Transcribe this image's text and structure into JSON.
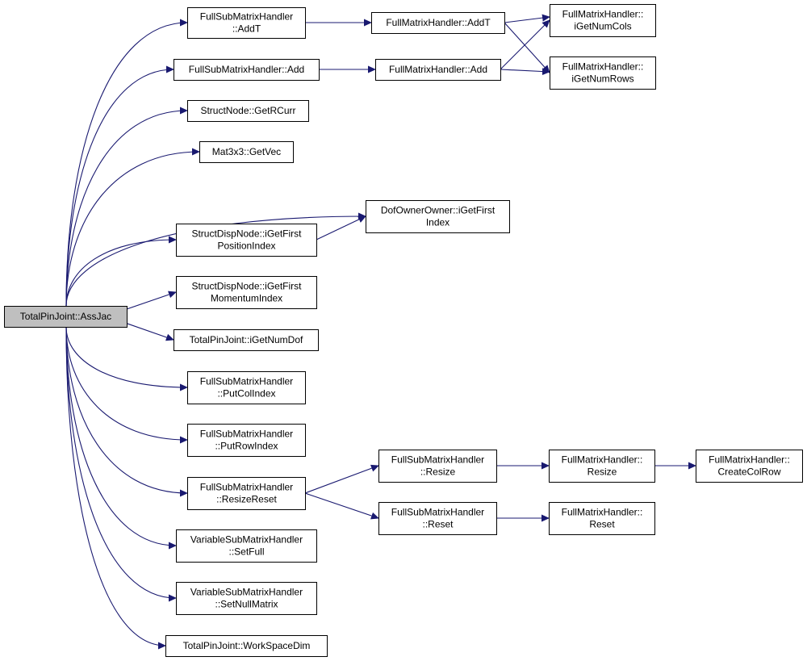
{
  "colors": {
    "edge": "#191970",
    "node_fill": "#ffffff",
    "root_fill": "#bfbfbf",
    "node_border": "#000000"
  },
  "nodes": [
    {
      "id": "root",
      "lines": [
        "TotalPinJoint::AssJac"
      ],
      "root": true
    },
    {
      "id": "fsmh-addt",
      "lines": [
        "FullSubMatrixHandler",
        "::AddT"
      ]
    },
    {
      "id": "fsmh-add",
      "lines": [
        "FullSubMatrixHandler::Add"
      ]
    },
    {
      "id": "sn-getrcurr",
      "lines": [
        "StructNode::GetRCurr"
      ]
    },
    {
      "id": "mat3x3-getvec",
      "lines": [
        "Mat3x3::GetVec"
      ]
    },
    {
      "id": "doo-igetfirstindex",
      "lines": [
        "DofOwnerOwner::iGetFirst",
        "Index"
      ]
    },
    {
      "id": "sdn-igetfirstposindex",
      "lines": [
        "StructDispNode::iGetFirst",
        "PositionIndex"
      ]
    },
    {
      "id": "sdn-igetfirstmomindex",
      "lines": [
        "StructDispNode::iGetFirst",
        "MomentumIndex"
      ]
    },
    {
      "id": "tpj-igetnumdof",
      "lines": [
        "TotalPinJoint::iGetNumDof"
      ]
    },
    {
      "id": "fsmh-putcolindex",
      "lines": [
        "FullSubMatrixHandler",
        "::PutColIndex"
      ]
    },
    {
      "id": "fsmh-putrowindex",
      "lines": [
        "FullSubMatrixHandler",
        "::PutRowIndex"
      ]
    },
    {
      "id": "fsmh-resizereset",
      "lines": [
        "FullSubMatrixHandler",
        "::ResizeReset"
      ]
    },
    {
      "id": "vsmh-setfull",
      "lines": [
        "VariableSubMatrixHandler",
        "::SetFull"
      ]
    },
    {
      "id": "vsmh-setnullmatrix",
      "lines": [
        "VariableSubMatrixHandler",
        "::SetNullMatrix"
      ]
    },
    {
      "id": "tpj-workspacedim",
      "lines": [
        "TotalPinJoint::WorkSpaceDim"
      ]
    },
    {
      "id": "fmh-addt",
      "lines": [
        "FullMatrixHandler::AddT"
      ]
    },
    {
      "id": "fmh-add",
      "lines": [
        "FullMatrixHandler::Add"
      ]
    },
    {
      "id": "fmh-igetnumcols",
      "lines": [
        "FullMatrixHandler::",
        "iGetNumCols"
      ]
    },
    {
      "id": "fmh-igetnumrows",
      "lines": [
        "FullMatrixHandler::",
        "iGetNumRows"
      ]
    },
    {
      "id": "fsmh-resize",
      "lines": [
        "FullSubMatrixHandler",
        "::Resize"
      ]
    },
    {
      "id": "fsmh-reset",
      "lines": [
        "FullSubMatrixHandler",
        "::Reset"
      ]
    },
    {
      "id": "fmh-resize",
      "lines": [
        "FullMatrixHandler::",
        "Resize"
      ]
    },
    {
      "id": "fmh-reset",
      "lines": [
        "FullMatrixHandler::",
        "Reset"
      ]
    },
    {
      "id": "fmh-createcolrow",
      "lines": [
        "FullMatrixHandler::",
        "CreateColRow"
      ]
    }
  ],
  "edges": [
    {
      "from": "root",
      "to": "fsmh-addt"
    },
    {
      "from": "root",
      "to": "fsmh-add"
    },
    {
      "from": "root",
      "to": "sn-getrcurr"
    },
    {
      "from": "root",
      "to": "mat3x3-getvec"
    },
    {
      "from": "root",
      "to": "doo-igetfirstindex"
    },
    {
      "from": "root",
      "to": "sdn-igetfirstposindex"
    },
    {
      "from": "root",
      "to": "sdn-igetfirstmomindex"
    },
    {
      "from": "root",
      "to": "tpj-igetnumdof"
    },
    {
      "from": "root",
      "to": "fsmh-putcolindex"
    },
    {
      "from": "root",
      "to": "fsmh-putrowindex"
    },
    {
      "from": "root",
      "to": "fsmh-resizereset"
    },
    {
      "from": "root",
      "to": "vsmh-setfull"
    },
    {
      "from": "root",
      "to": "vsmh-setnullmatrix"
    },
    {
      "from": "root",
      "to": "tpj-workspacedim"
    },
    {
      "from": "fsmh-addt",
      "to": "fmh-addt"
    },
    {
      "from": "fsmh-add",
      "to": "fmh-add"
    },
    {
      "from": "fmh-addt",
      "to": "fmh-igetnumcols"
    },
    {
      "from": "fmh-addt",
      "to": "fmh-igetnumrows"
    },
    {
      "from": "fmh-add",
      "to": "fmh-igetnumcols"
    },
    {
      "from": "fmh-add",
      "to": "fmh-igetnumrows"
    },
    {
      "from": "sdn-igetfirstposindex",
      "to": "doo-igetfirstindex"
    },
    {
      "from": "fsmh-resizereset",
      "to": "fsmh-resize"
    },
    {
      "from": "fsmh-resizereset",
      "to": "fsmh-reset"
    },
    {
      "from": "fsmh-resize",
      "to": "fmh-resize"
    },
    {
      "from": "fsmh-reset",
      "to": "fmh-reset"
    },
    {
      "from": "fmh-resize",
      "to": "fmh-createcolrow"
    }
  ]
}
